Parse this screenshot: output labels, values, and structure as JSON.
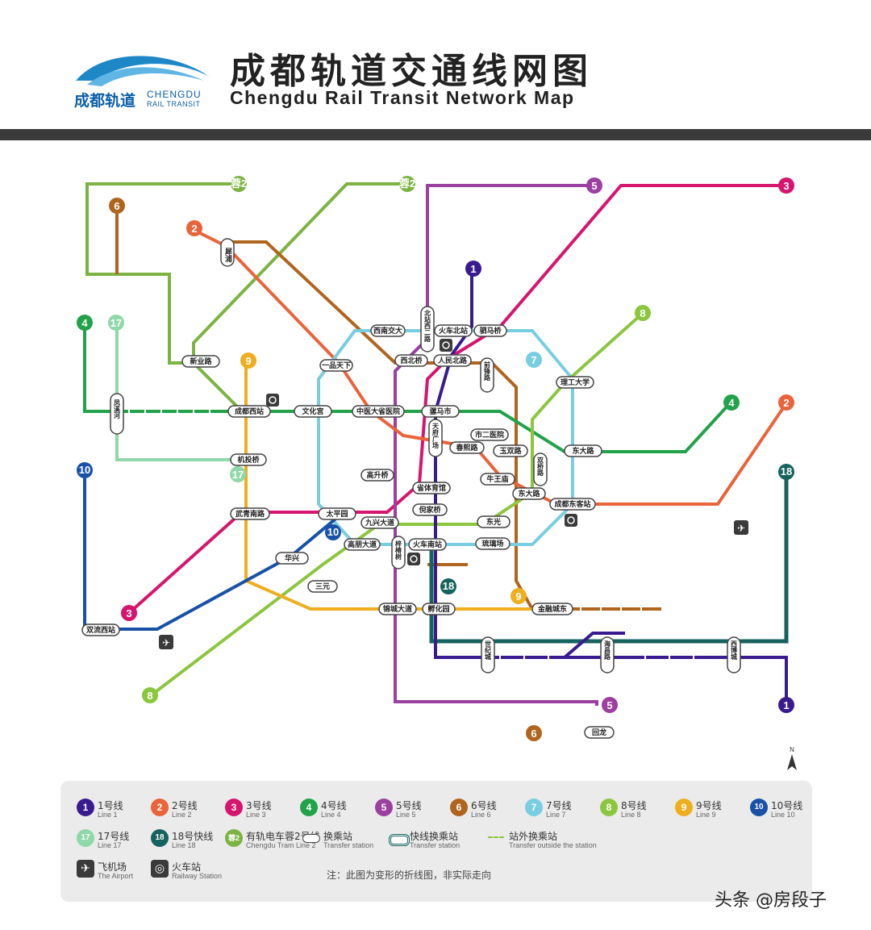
{
  "header": {
    "logo_cn": "成都轨道",
    "logo_en_1": "CHENGDU",
    "logo_en_2": "RAIL TRANSIT",
    "title_cn": "成都轨道交通线网图",
    "title_en": "Chengdu Rail Transit Network Map"
  },
  "lines": [
    {
      "id": "1",
      "color": "#3a1b8f"
    },
    {
      "id": "2",
      "color": "#e9643a"
    },
    {
      "id": "3",
      "color": "#d6156f"
    },
    {
      "id": "4",
      "color": "#22a24a"
    },
    {
      "id": "5",
      "color": "#9b3fa0"
    },
    {
      "id": "6",
      "color": "#b0651f"
    },
    {
      "id": "7",
      "color": "#79cde0"
    },
    {
      "id": "8",
      "color": "#8cc63f"
    },
    {
      "id": "9",
      "color": "#eeae1e"
    },
    {
      "id": "10",
      "color": "#1851a8"
    },
    {
      "id": "17",
      "color": "#8fd8a8"
    },
    {
      "id": "18",
      "color": "#16625e"
    },
    {
      "id": "蓉2",
      "color": "#7cb342"
    }
  ],
  "interchanges": {
    "xipu": "犀浦",
    "xinye": "新业路",
    "chengdu_west": "成都西站",
    "fengxi": "凤溪河",
    "wenhua": "文化宫",
    "yipin": "一品天下",
    "zhongyi": "中医大省医院",
    "xinan": "西南交大",
    "xibei": "西北桥",
    "huoche_bei": "火车北站",
    "renmin_bei": "人民北路",
    "tangma": "驷马桥",
    "beizhan_xi": "北站西二路",
    "qianfeng": "前锋路",
    "luoma": "骡马市",
    "tianfu": "天府广场",
    "shi_er": "市二医院",
    "chunxi": "春熙路",
    "yushuang": "玉双路",
    "ligong": "理工大学",
    "shuanghe": "双桥路",
    "niuwang": "牛王庙",
    "sheng_ti": "省体育馆",
    "gaosheng": "高升桥",
    "jichang": "机投桥",
    "wuqing": "武青南路",
    "taiping": "太平园",
    "jiuxing": "九兴大道",
    "gaopeng": "高朋大道",
    "ni_jia": "倪家桥",
    "huoche_nan": "火车南站",
    "donghu": "东光",
    "dongda": "东大路",
    "chengdu_east": "成都东客站",
    "linyin": "琉璃场",
    "huaxing": "华兴",
    "sanyuan": "三元",
    "jinhua": "锦城大道",
    "mengzhui": "孵化园",
    "shijie": "世纪城",
    "haichang": "海昌路",
    "xibo": "西博城",
    "jinrong": "金融城东",
    "shuangliu": "双流西站",
    "huilong": "回龙",
    "zhanghe": "梓椿树"
  },
  "legend": {
    "lines": [
      {
        "badge": "1",
        "cn": "1号线",
        "en": "Line 1",
        "color": "#3a1b8f"
      },
      {
        "badge": "2",
        "cn": "2号线",
        "en": "Line 2",
        "color": "#e9643a"
      },
      {
        "badge": "3",
        "cn": "3号线",
        "en": "Line 3",
        "color": "#d6156f"
      },
      {
        "badge": "4",
        "cn": "4号线",
        "en": "Line 4",
        "color": "#22a24a"
      },
      {
        "badge": "5",
        "cn": "5号线",
        "en": "Line 5",
        "color": "#9b3fa0"
      },
      {
        "badge": "6",
        "cn": "6号线",
        "en": "Line 6",
        "color": "#b0651f"
      },
      {
        "badge": "7",
        "cn": "7号线",
        "en": "Line 7",
        "color": "#79cde0"
      },
      {
        "badge": "8",
        "cn": "8号线",
        "en": "Line 8",
        "color": "#8cc63f"
      },
      {
        "badge": "9",
        "cn": "9号线",
        "en": "Line 9",
        "color": "#eeae1e"
      },
      {
        "badge": "10",
        "cn": "10号线",
        "en": "Line 10",
        "color": "#1851a8"
      },
      {
        "badge": "17",
        "cn": "17号线",
        "en": "Line 17",
        "color": "#8fd8a8"
      },
      {
        "badge": "18",
        "cn": "18号快线",
        "en": "Line 18",
        "color": "#16625e"
      },
      {
        "badge": "蓉2",
        "cn": "有轨电车蓉2号线",
        "en": "Chengdu Tram Line 2",
        "color": "#7cb342"
      }
    ],
    "transfer_cn": "换乘站",
    "transfer_en": "Transfer station",
    "express_cn": "快线换乘站",
    "express_en": "Transfer station",
    "outside_cn": "站外换乘站",
    "outside_en": "Transfer outside the station",
    "airport_cn": "飞机场",
    "airport_en": "The Airport",
    "railway_cn": "火车站",
    "railway_en": "Railway Station",
    "note": "注：此图为变形的折线图，非实际走向"
  },
  "watermark": "头条 @房段子"
}
